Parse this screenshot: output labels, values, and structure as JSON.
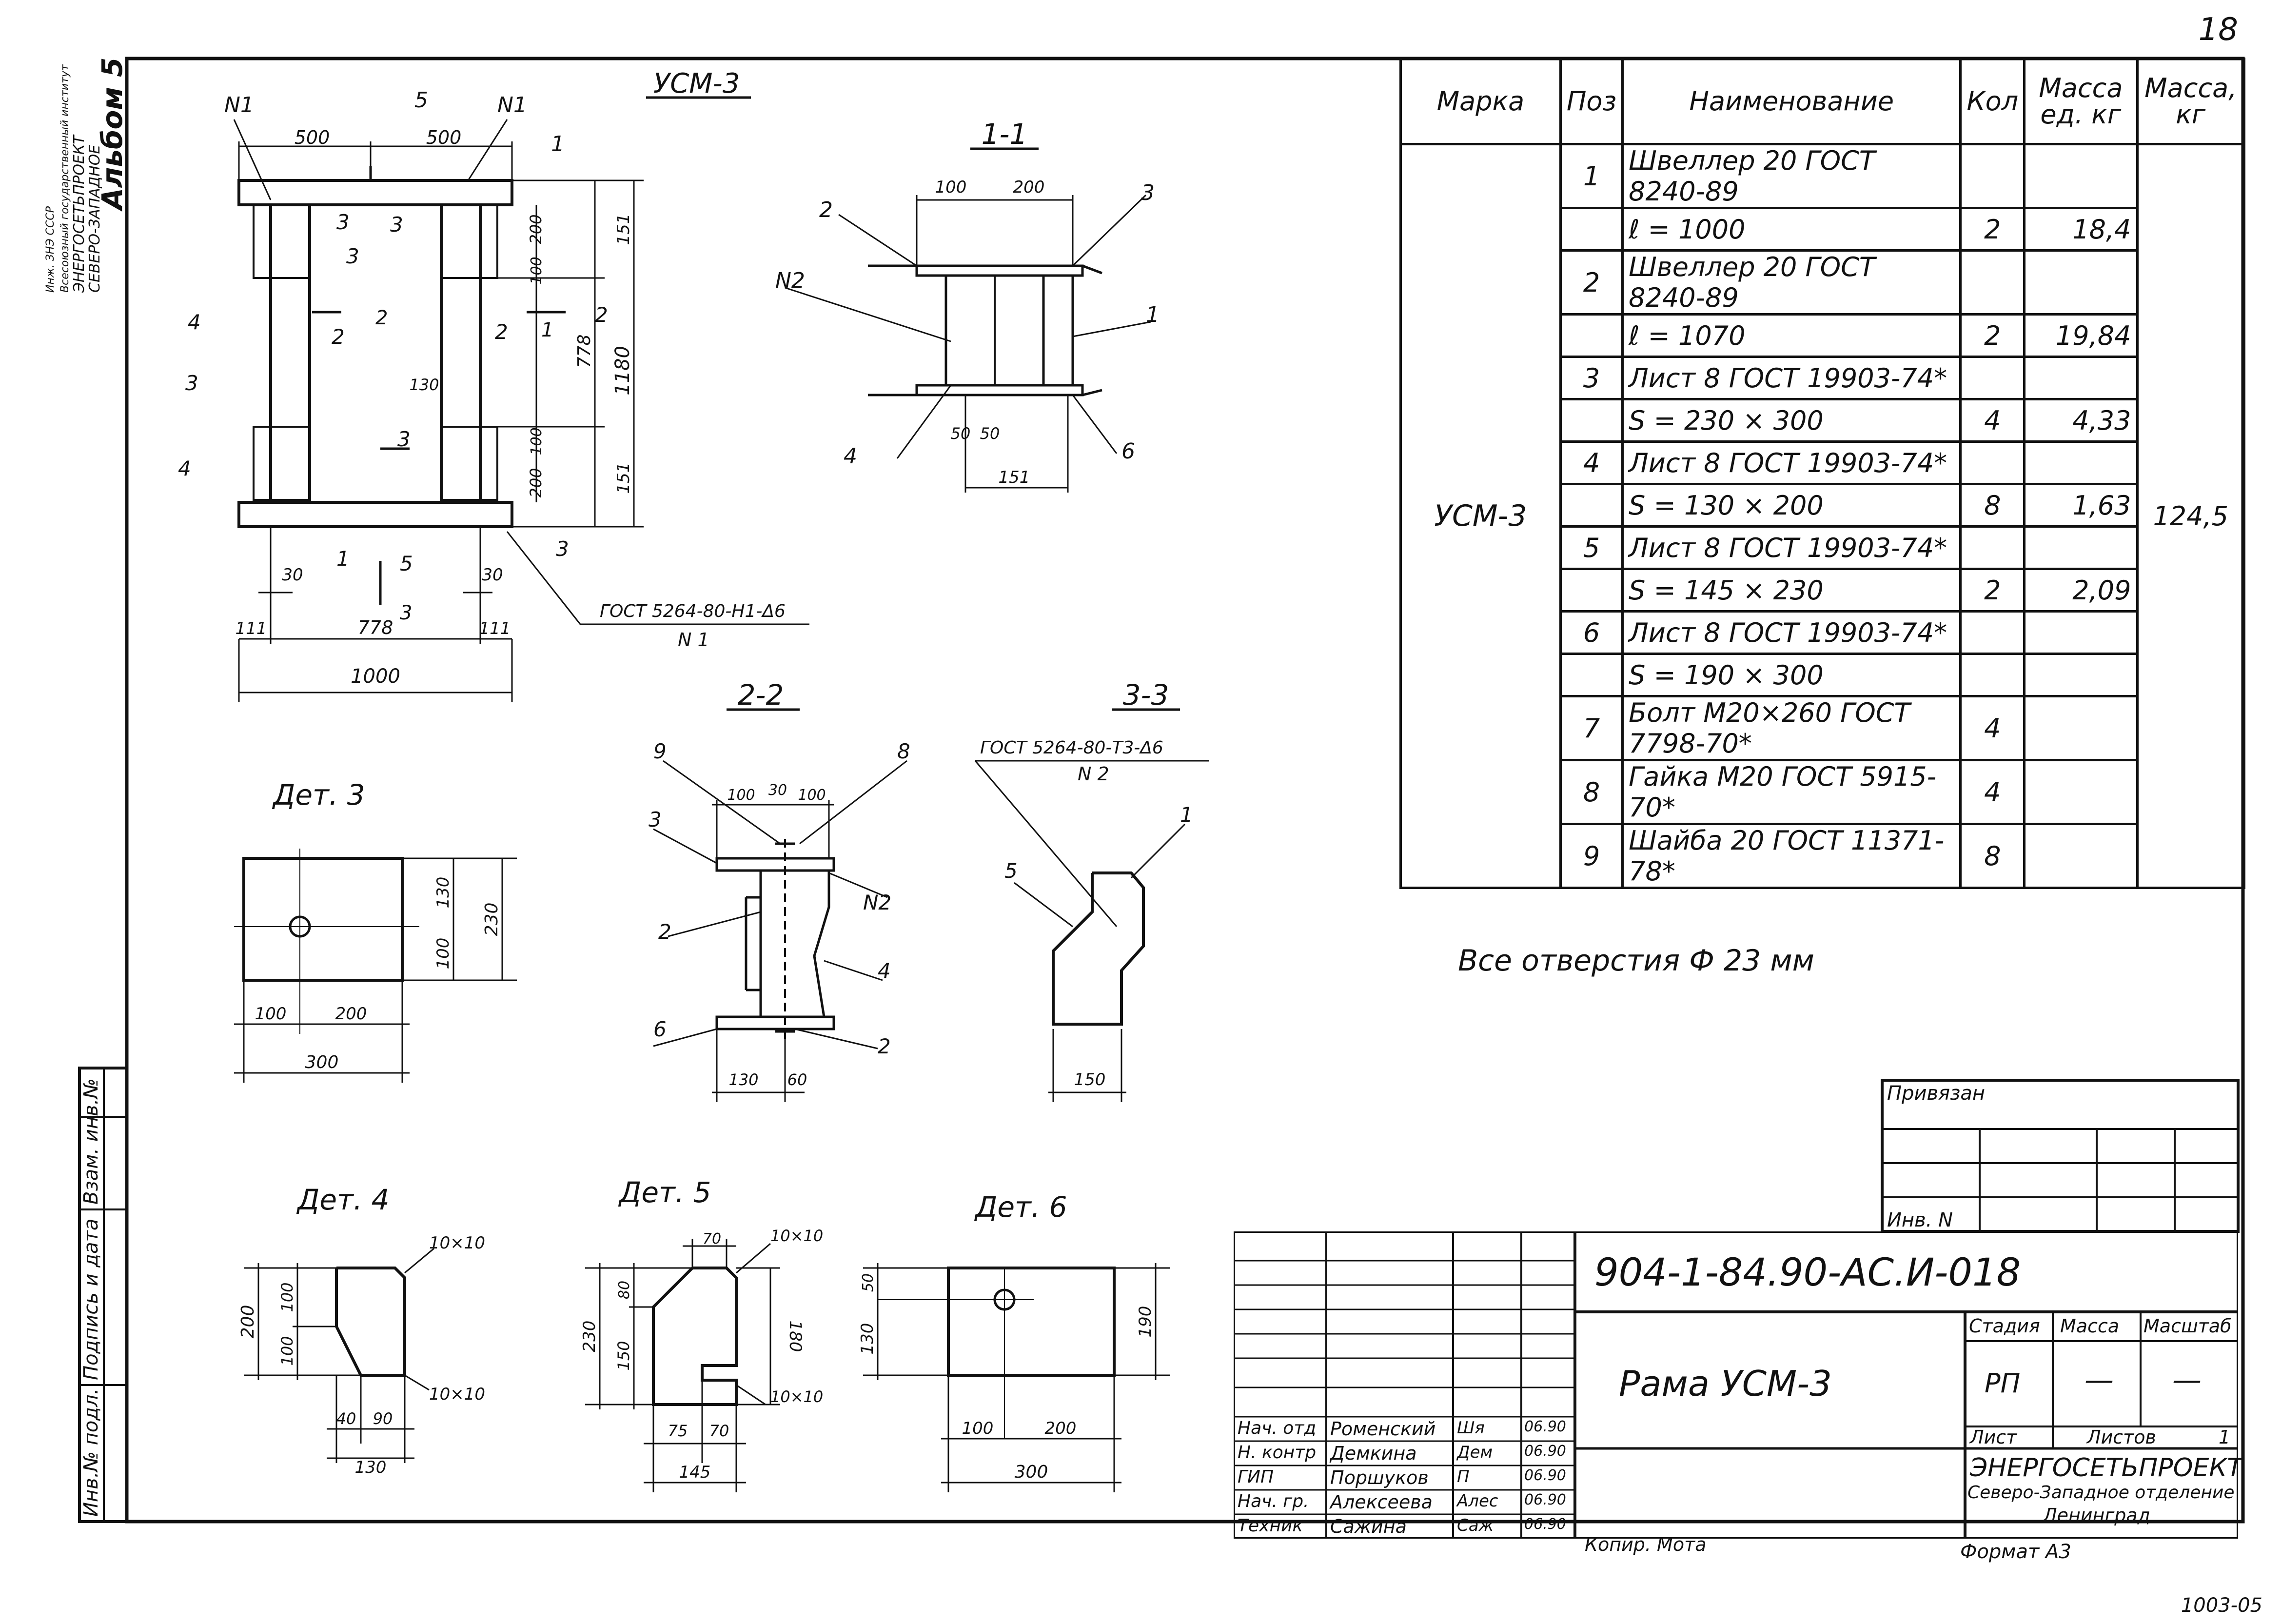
{
  "page_number": "18",
  "sheet_code": "904-1-84.90-АС.И-018",
  "bottom_note": "1003-05",
  "copied": "Копир. Мота",
  "format": "Формат А3",
  "side_stamp": {
    "line1": "Инж. ЗНЭ СССР",
    "line2": "Всесоюзный государственный институт",
    "line3": "ЭНЕРГОСЕТЬПРОЕКТ",
    "line4": "СЕВЕРО-ЗАПАДНОЕ",
    "album": "Альбом 5"
  },
  "left_columns": [
    "Инв.№ подл.",
    "Подпись и дата",
    "Взам. инв.№"
  ],
  "drawings": {
    "main_title": "УСМ-3",
    "section_1": "1-1",
    "section_2": "2-2",
    "section_3": "3-3",
    "det3": "Дет. 3",
    "det4": "Дет. 4",
    "det5": "Дет. 5",
    "det6": "Дет. 6",
    "weld_1": "ГОСТ 5264-80-Н1-Δ6",
    "weld_1_code": "N 1",
    "weld_2": "ГОСТ 5264-80-Т3-Δ6",
    "weld_2_code": "N 2",
    "note": "Все отверстия Ф 23 мм",
    "dims": {
      "d500a": "500",
      "d500b": "500",
      "d1000": "1000",
      "d778": "778",
      "d111a": "111",
      "d111b": "111",
      "d30a": "30",
      "d30b": "30",
      "d1180": "1180",
      "d151a": "151",
      "d151b": "151",
      "d200a": "200",
      "d200b": "200",
      "d100a": "100",
      "d100b": "100",
      "d778v": "778",
      "d130": "130",
      "s11_100": "100",
      "s11_200": "200",
      "s11_50a": "50",
      "s11_50b": "50",
      "s11_151": "151",
      "s22_100a": "100",
      "s22_30": "30",
      "s22_100b": "100",
      "s22_130": "130",
      "s22_60": "60",
      "s33_150": "150",
      "d3_130": "130",
      "d3_100": "100",
      "d3_230": "230",
      "d3_100h": "100",
      "d3_200h": "200",
      "d3_300": "300",
      "d4_200": "200",
      "d4_100a": "100",
      "d4_100b": "100",
      "d4_40": "40",
      "d4_90": "90",
      "d4_130": "130",
      "d4_c1": "10×10",
      "d4_c2": "10×10",
      "d5_70": "70",
      "d5_c1": "10×10",
      "d5_230": "230",
      "d5_80": "80",
      "d5_150": "150",
      "d5_180": "180",
      "d5_c2": "10×10",
      "d5_75": "75",
      "d5_70b": "70",
      "d5_145": "145",
      "d6_50": "50",
      "d6_130": "130",
      "d6_190": "190",
      "d6_100": "100",
      "d6_200": "200",
      "d6_300": "300"
    },
    "callouts": {
      "n1a": "N1",
      "n1b": "N1",
      "p5": "5",
      "p1": "1",
      "p3a": "3",
      "p3b": "3",
      "p3c": "3",
      "p3d": "3",
      "p3e": "3",
      "p4a": "4",
      "p4b": "4",
      "p2a": "2",
      "p2b": "2",
      "p2c": "2",
      "p1c": "1",
      "p5b": "5",
      "p3f": "3",
      "cut1": "1",
      "cut2": "2",
      "cut3": "3",
      "s11_2": "2",
      "s11_3": "3",
      "s11_n2": "N2",
      "s11_1": "1",
      "s11_4": "4",
      "s11_6": "6",
      "s22_9": "9",
      "s22_8": "8",
      "s22_3": "3",
      "s22_n2": "N2",
      "s22_2": "2",
      "s22_4": "4",
      "s22_6": "6",
      "s22_2b": "2",
      "s33_1": "1",
      "s33_5": "5"
    }
  },
  "spec_table": {
    "headers": [
      "Марка",
      "Поз",
      "Наименование",
      "Кол",
      "Масса ед. кг",
      "Масса, кг"
    ],
    "mark": "УСМ-3",
    "total_mass": "124,5",
    "rows": [
      {
        "pos": "1",
        "name": "Швеллер 20 ГОСТ 8240-89",
        "qty": "",
        "mass": ""
      },
      {
        "pos": "",
        "name": "ℓ = 1000",
        "qty": "2",
        "mass": "18,4"
      },
      {
        "pos": "2",
        "name": "Швеллер 20 ГОСТ 8240-89",
        "qty": "",
        "mass": ""
      },
      {
        "pos": "",
        "name": "ℓ = 1070",
        "qty": "2",
        "mass": "19,84"
      },
      {
        "pos": "3",
        "name": "Лист 8 ГОСТ 19903-74*",
        "qty": "",
        "mass": ""
      },
      {
        "pos": "",
        "name": "S = 230 × 300",
        "qty": "4",
        "mass": "4,33"
      },
      {
        "pos": "4",
        "name": "Лист 8 ГОСТ 19903-74*",
        "qty": "",
        "mass": ""
      },
      {
        "pos": "",
        "name": "S = 130 × 200",
        "qty": "8",
        "mass": "1,63"
      },
      {
        "pos": "5",
        "name": "Лист 8 ГОСТ 19903-74*",
        "qty": "",
        "mass": ""
      },
      {
        "pos": "",
        "name": "S = 145 × 230",
        "qty": "2",
        "mass": "2,09"
      },
      {
        "pos": "6",
        "name": "Лист 8 ГОСТ 19903-74*",
        "qty": "",
        "mass": ""
      },
      {
        "pos": "",
        "name": "S = 190 × 300",
        "qty": "",
        "mass": ""
      },
      {
        "pos": "7",
        "name": "Болт М20×260 ГОСТ 7798-70*",
        "qty": "4",
        "mass": ""
      },
      {
        "pos": "8",
        "name": "Гайка М20 ГОСТ 5915-70*",
        "qty": "4",
        "mass": ""
      },
      {
        "pos": "9",
        "name": "Шайба 20 ГОСТ 11371-78*",
        "qty": "8",
        "mass": ""
      }
    ]
  },
  "privyazan": {
    "label": "Привязан",
    "inv": "Инв. N"
  },
  "title_block": {
    "title": "Рама УСМ-3",
    "stage_header": "Стадия",
    "mass_header": "Масса",
    "scale_header": "Масштаб",
    "stage": "РП",
    "mass": "—",
    "scale": "—",
    "sheet_label": "Лист",
    "sheets_label": "Листов",
    "sheets_value": "1",
    "org1": "ЭНЕРГОСЕТЬПРОЕКТ",
    "org2": "Северо-Западное отделение",
    "org3": "Ленинград",
    "signers": [
      {
        "role": "Нач. отд",
        "name": "Роменский",
        "sign": "Шя",
        "date": "06.90"
      },
      {
        "role": "Н. контр",
        "name": "Демкина",
        "sign": "Дем",
        "date": "06.90"
      },
      {
        "role": "ГИП",
        "name": "Поршуков",
        "sign": "П",
        "date": "06.90"
      },
      {
        "role": "Нач. гр.",
        "name": "Алексеева",
        "sign": "Алес",
        "date": "06.90"
      },
      {
        "role": "Техник",
        "name": "Сажина",
        "sign": "Саж",
        "date": "06.90"
      }
    ]
  }
}
